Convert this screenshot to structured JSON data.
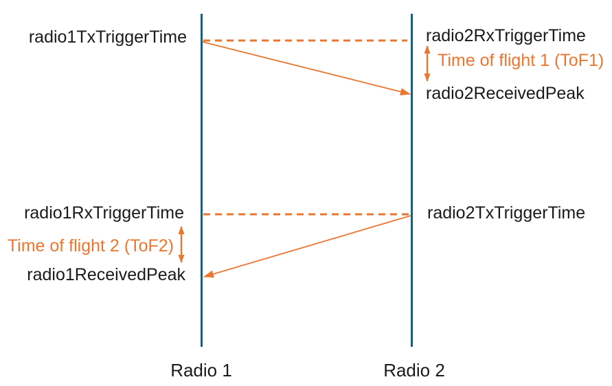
{
  "diagram": {
    "type": "sequence-diagram",
    "colors": {
      "lifeline": "#1D5E7D",
      "accent_orange": "#EA7630",
      "text": "#1A1A1A",
      "background": "#FFFFFF"
    },
    "lifelines": [
      {
        "id": "radio1",
        "label": "Radio 1"
      },
      {
        "id": "radio2",
        "label": "Radio 2"
      }
    ],
    "events": {
      "radio1TxTriggerTime": "radio1TxTriggerTime",
      "radio2RxTriggerTime": "radio2RxTriggerTime",
      "radio2ReceivedPeak": "radio2ReceivedPeak",
      "radio1RxTriggerTime": "radio1RxTriggerTime",
      "radio2TxTriggerTime": "radio2TxTriggerTime",
      "radio1ReceivedPeak": "radio1ReceivedPeak"
    },
    "annotations": {
      "tof1": "Time of flight 1 (ToF1)",
      "tof2": "Time of flight 2 (ToF2)"
    },
    "messages": [
      {
        "from": "radio1TxTriggerTime",
        "to": "radio2RxTriggerTime",
        "style": "dashed",
        "meaning": "same-instant reference"
      },
      {
        "from": "radio1TxTriggerTime",
        "to": "radio2ReceivedPeak",
        "style": "solid-arrow",
        "meaning": "signal propagation 1"
      },
      {
        "from": "radio1RxTriggerTime",
        "to": "radio2TxTriggerTime",
        "style": "dashed",
        "meaning": "same-instant reference"
      },
      {
        "from": "radio2TxTriggerTime",
        "to": "radio1ReceivedPeak",
        "style": "solid-arrow",
        "meaning": "signal propagation 2"
      }
    ],
    "intervals": [
      {
        "label_key": "tof1",
        "between": [
          "radio2RxTriggerTime",
          "radio2ReceivedPeak"
        ]
      },
      {
        "label_key": "tof2",
        "between": [
          "radio1RxTriggerTime",
          "radio1ReceivedPeak"
        ]
      }
    ]
  }
}
